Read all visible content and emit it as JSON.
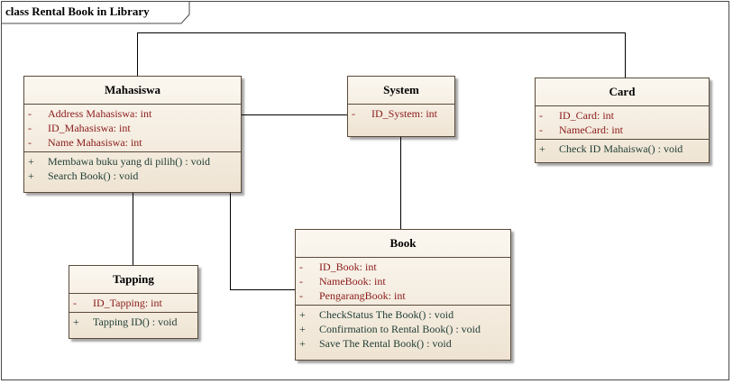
{
  "frame": {
    "title": "class Rental Book in Library"
  },
  "classes": {
    "mahasiswa": {
      "name": "Mahasiswa",
      "attributes": [
        {
          "vis": "-",
          "text": "Address Mahasiswa:  int"
        },
        {
          "vis": "-",
          "text": "ID_Mahasiswa:  int"
        },
        {
          "vis": "-",
          "text": "Name Mahasiswa:  int"
        }
      ],
      "operations": [
        {
          "vis": "+",
          "text": "Membawa buku yang di pilih() : void"
        },
        {
          "vis": "+",
          "text": "Search Book() : void"
        }
      ]
    },
    "system": {
      "name": "System",
      "attributes": [
        {
          "vis": "-",
          "text": "ID_System:  int"
        }
      ],
      "operations": []
    },
    "card": {
      "name": "Card",
      "attributes": [
        {
          "vis": "-",
          "text": "ID_Card:  int"
        },
        {
          "vis": "-",
          "text": "NameCard:  int"
        }
      ],
      "operations": [
        {
          "vis": "+",
          "text": "Check ID Mahaiswa() : void"
        }
      ]
    },
    "book": {
      "name": "Book",
      "attributes": [
        {
          "vis": "-",
          "text": "ID_Book:  int"
        },
        {
          "vis": "-",
          "text": "NameBook:  int"
        },
        {
          "vis": "-",
          "text": "PengarangBook:  int"
        }
      ],
      "operations": [
        {
          "vis": "+",
          "text": "CheckStatus The Book() : void"
        },
        {
          "vis": "+",
          "text": "Confirmation to Rental Book() : void"
        },
        {
          "vis": "+",
          "text": "Save The Rental Book() : void"
        }
      ]
    },
    "tapping": {
      "name": "Tapping",
      "attributes": [
        {
          "vis": "-",
          "text": "ID_Tapping:  int"
        }
      ],
      "operations": [
        {
          "vis": "+",
          "text": "Tapping ID() : void"
        }
      ]
    }
  },
  "colors": {
    "attribute_text": "#8b1a1a",
    "operation_text": "#1f3d34",
    "class_fill_top": "#fbf7f0",
    "class_fill_bottom": "#efe4d3",
    "line": "#000000"
  }
}
